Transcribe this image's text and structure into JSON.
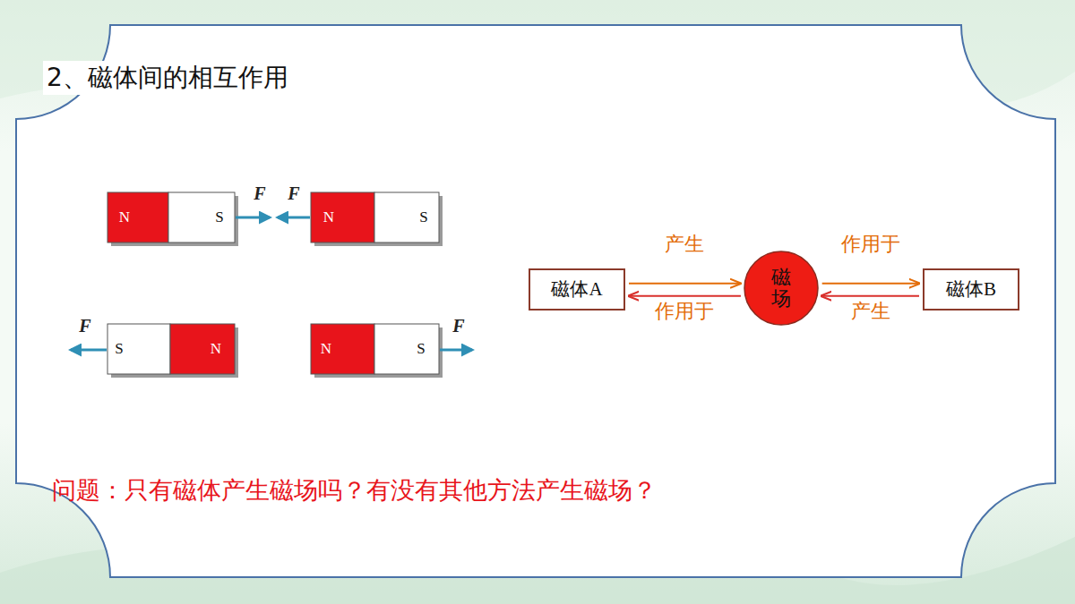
{
  "diagram": {
    "title": "2、磁体间的相互作用",
    "nodes": [
      {
        "text": [
          "磁体A"
        ]
      },
      {
        "text": [
          "磁场"
        ]
      },
      {
        "text": [
          "磁体B"
        ]
      }
    ],
    "edges": [
      {
        "from": 0,
        "to": 1,
        "label": "产生",
        "arrow": "to"
      },
      {
        "from": 1,
        "to": 0,
        "label": "作用于",
        "arrow": "to"
      },
      {
        "from": 1,
        "to": 2,
        "label": "作用于",
        "arrow": "to"
      },
      {
        "from": 2,
        "to": 1,
        "label": "产生",
        "arrow": "to"
      }
    ],
    "labels": [
      "N",
      "S",
      "F",
      "F",
      "N",
      "S",
      "F",
      "S",
      "N",
      "N",
      "S",
      "F",
      "问题：只有磁体产生磁场吗？有没有其他方法产生磁场？"
    ]
  }
}
